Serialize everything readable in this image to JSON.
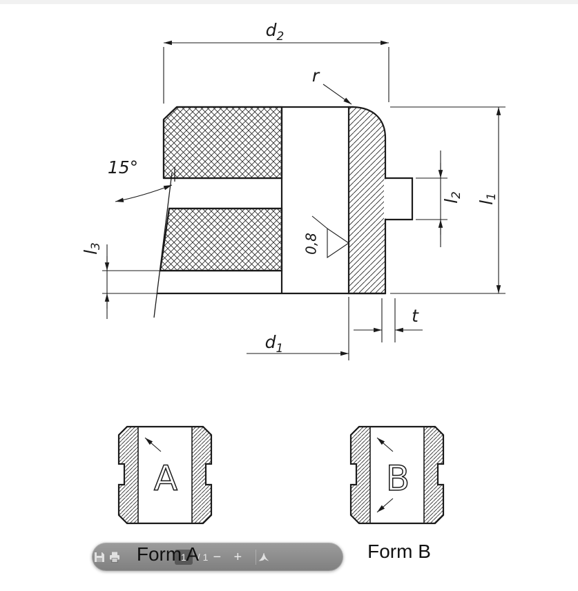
{
  "page": {
    "background": "#ffffff",
    "line_color": "#1a1a1a"
  },
  "drawing": {
    "dim_d2": {
      "base": "d",
      "sub": "2"
    },
    "dim_d1": {
      "base": "d",
      "sub": "1"
    },
    "dim_l1": {
      "base": "l",
      "sub": "1"
    },
    "dim_l2": {
      "base": "l",
      "sub": "2"
    },
    "dim_l3": {
      "base": "l",
      "sub": "3"
    },
    "radius_label": "r",
    "thickness_label": "t",
    "angle_label": "15°",
    "roughness_value": "0,8"
  },
  "views": {
    "form_a": {
      "letter": "A",
      "caption": "Form A"
    },
    "form_b": {
      "letter": "B",
      "caption": "Form B"
    }
  },
  "toolbar": {
    "page_current": "1",
    "page_total": "/ 1",
    "zoom_out_label": "−",
    "zoom_in_label": "+",
    "icons": {
      "save": "save-icon",
      "print": "print-icon",
      "logo": "adobe-acrobat-icon"
    }
  }
}
